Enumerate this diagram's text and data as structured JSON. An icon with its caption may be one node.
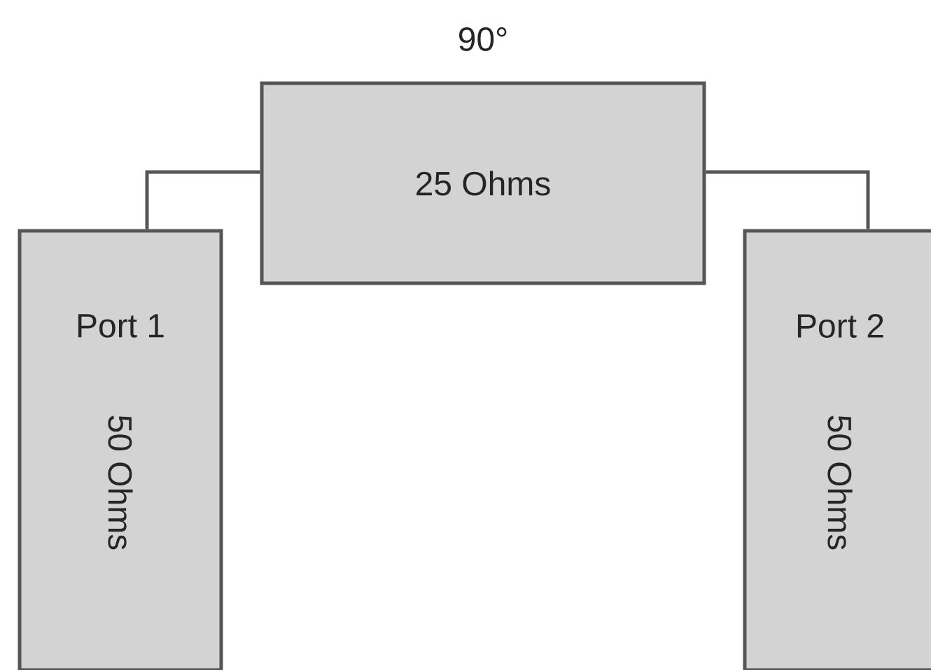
{
  "diagram": {
    "nodes": [
      {
        "text": [
          "25 Ohms"
        ],
        "beside": [
          "90°"
        ]
      },
      {
        "text": [
          "Port 1",
          "50 Ohms"
        ]
      },
      {
        "text": [
          "Port 2",
          "50 Ohms"
        ]
      }
    ],
    "edges": [
      {
        "from": 1,
        "to": 0,
        "arrow": "none"
      },
      {
        "from": 0,
        "to": 2,
        "arrow": "none"
      }
    ]
  }
}
